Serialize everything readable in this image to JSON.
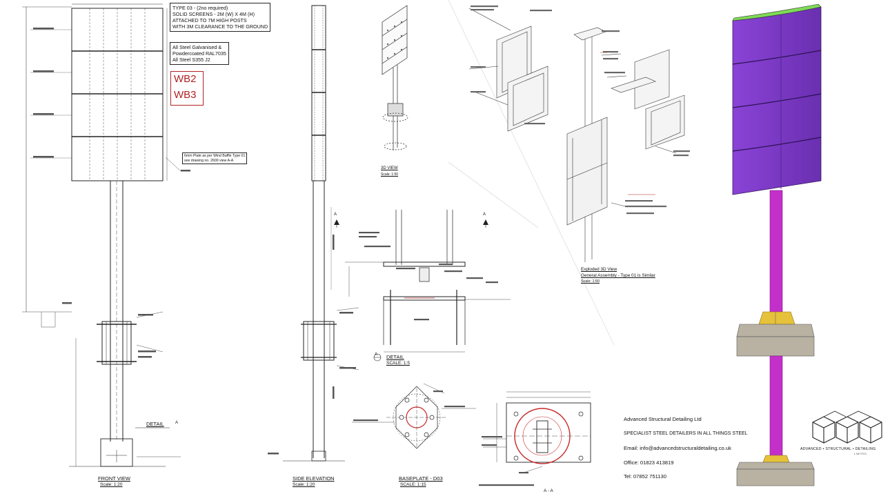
{
  "notes": {
    "type_block": [
      "TYPE 03 -  (2no required)",
      "SOLID SCREENS - 2M (W) X 4M (H)",
      "ATTACHED TO 7M HIGH POSTS",
      "WITH 3M CLEARANCE TO THE GROUND"
    ],
    "material_block": [
      "All Steel Galvanised &",
      "Powdercoated RAL7035",
      "All Steel S355 J2"
    ],
    "references": [
      "WB2",
      "WB3"
    ],
    "plate_note": [
      "6mm Plate as per Wind Baffle Type 01",
      "see drawing no. 2600 view A-A"
    ]
  },
  "views": {
    "front": {
      "title": "FRONT VIEW",
      "scale": "Scale: 1:20"
    },
    "side": {
      "title": "SIDE ELEVATION",
      "scale": "Scale: 1:20"
    },
    "view3d": {
      "title": "3D VIEW",
      "scale": "Scale: 1:50"
    },
    "detail": {
      "title": "DETAIL",
      "scale": "SCALE: 1:5",
      "marker": "A"
    },
    "baseplate": {
      "title": "BASEPLATE - D03",
      "scale": "SCALE: 1:15"
    },
    "section": {
      "title": "A - A"
    },
    "exploded": {
      "lines": [
        "Exploded 3D View",
        "General Assembly - Type 01 is Similar",
        "Scale: 1:50"
      ]
    },
    "front_detail_tag": "DETAIL",
    "front_detail_marker": "A",
    "section_markers": [
      "A",
      "A"
    ]
  },
  "company": {
    "name": "Advanced Structural Detailing Ltd",
    "tagline": "SPECIALIST STEEL DETAILERS IN ALL THINGS STEEL",
    "email": "Email: info@advancedstructuraldetailing.co.uk",
    "office": "Office: 01823 413819",
    "tel": "Tel: 07852 751130",
    "logo_text": "ADVANCED • STRUCTURAL • DETAILING",
    "logo_sub": "LIMITED"
  },
  "colors": {
    "screen_panel": "#8a43d6",
    "screen_panel_dark": "#6a2fb0",
    "screen_top": "#7ed957",
    "post": "#c330c9",
    "base_block": "#b9b2a3",
    "gusset": "#e6c23a",
    "annotation_red": "#b22222"
  }
}
